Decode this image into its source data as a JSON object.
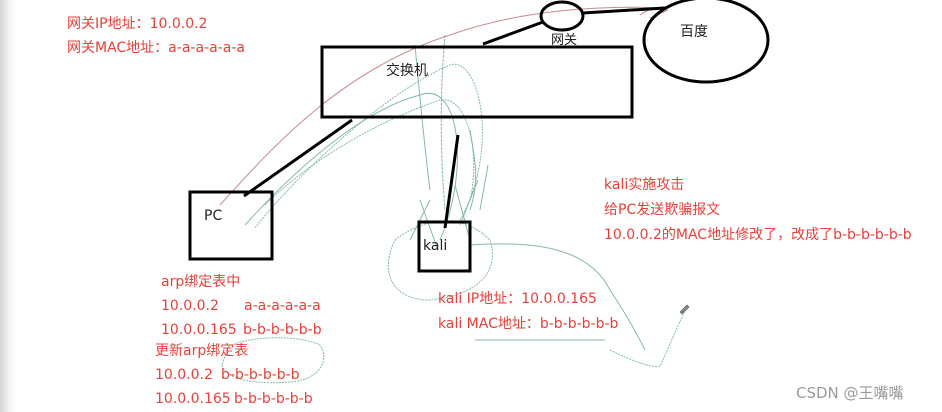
{
  "colors": {
    "annotation": "#e8403a",
    "stroke": "#000000",
    "scribble_green": "#6fae98",
    "scribble_red": "#b05a60",
    "watermark": "#9a9a9a"
  },
  "nodes": {
    "gateway": "网关",
    "baidu": "百度",
    "switch": "交换机",
    "pc": "PC",
    "kali": "kali"
  },
  "gateway_info": {
    "ip": "网关IP地址：10.0.0.2",
    "mac": "网关MAC地址：a-a-a-a-a-a"
  },
  "attack_note": {
    "line1": "kali实施攻击",
    "line2": "给PC发送欺骗报文",
    "line3": "10.0.0.2的MAC地址修改了，改成了b-b-b-b-b-b"
  },
  "kali_info": {
    "ip": "kali IP地址：10.0.0.165",
    "mac": "kali MAC地址：b-b-b-b-b-b"
  },
  "arp_table_before": {
    "title": "arp绑定表中",
    "rows": [
      {
        "ip": "10.0.0.2",
        "mac": "a-a-a-a-a-a"
      },
      {
        "ip": "10.0.0.165",
        "mac": "b-b-b-b-b-b"
      }
    ]
  },
  "arp_table_after": {
    "title": "更新arp绑定表",
    "rows": [
      {
        "ip": "10.0.0.2",
        "mac": "b-b-b-b-b-b"
      },
      {
        "ip": "10.0.0.165",
        "mac": "b-b-b-b-b-b"
      }
    ]
  },
  "watermark": "CSDN @王嘴嘴"
}
